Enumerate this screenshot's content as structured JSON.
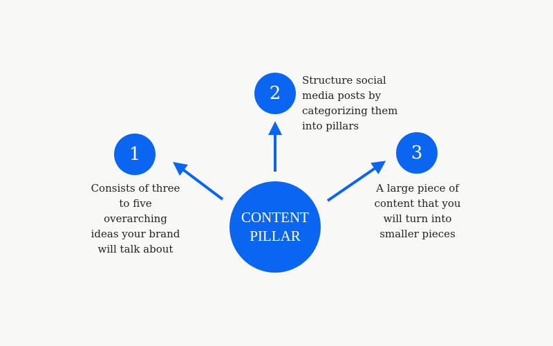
{
  "center": {
    "label": "CONTENT PILLAR"
  },
  "pillars": [
    {
      "number": "1",
      "text": "Consists of three to five overarching ideas your brand will talk about"
    },
    {
      "number": "2",
      "text": "Structure social media posts by categorizing them into pillars"
    },
    {
      "number": "3",
      "text": "A large piece of content that you will turn into smaller pieces"
    }
  ],
  "colors": {
    "accent": "#0a66f0",
    "background": "#f8f8f6",
    "text": "#1f1f1f"
  }
}
